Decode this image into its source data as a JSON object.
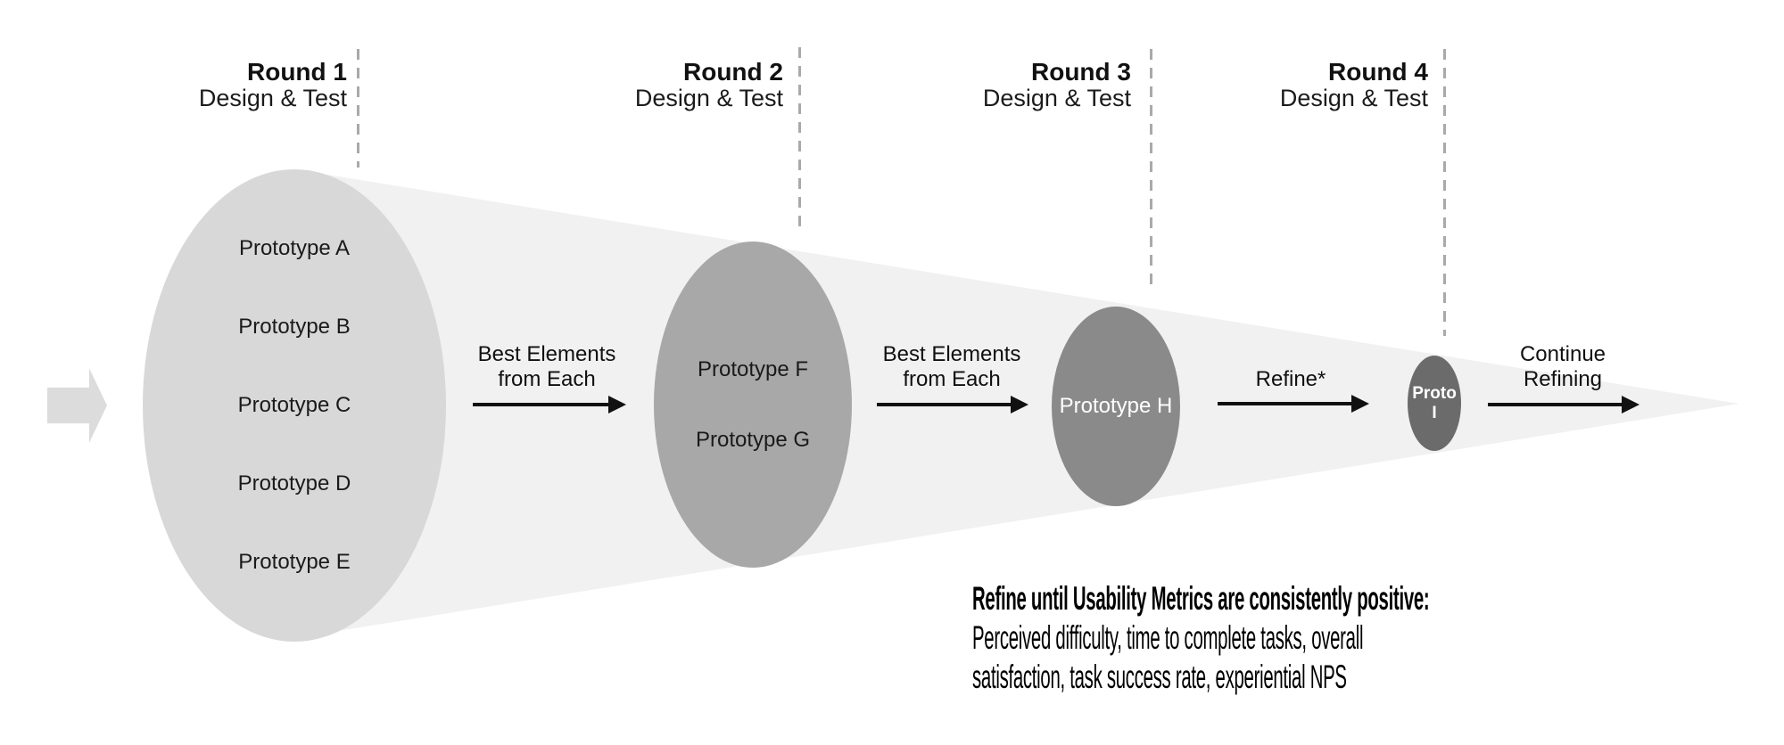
{
  "rounds": [
    {
      "title": "Round 1",
      "subtitle": "Design & Test"
    },
    {
      "title": "Round 2",
      "subtitle": "Design & Test"
    },
    {
      "title": "Round 3",
      "subtitle": "Design & Test"
    },
    {
      "title": "Round 4",
      "subtitle": "Design & Test"
    }
  ],
  "funnel_stages": [
    {
      "labels": [
        "Prototype A",
        "Prototype B",
        "Prototype C",
        "Prototype D",
        "Prototype E"
      ]
    },
    {
      "labels": [
        "Prototype F",
        "Prototype G"
      ]
    },
    {
      "labels": [
        "Prototype H"
      ]
    },
    {
      "labels": [
        "Proto",
        "I"
      ]
    }
  ],
  "transitions": [
    {
      "lines": [
        "Best Elements",
        "from Each"
      ]
    },
    {
      "lines": [
        "Best Elements",
        "from Each"
      ]
    },
    {
      "lines": [
        "Refine*"
      ]
    },
    {
      "lines": [
        "Continue",
        "Refining"
      ]
    }
  ],
  "note": {
    "heading": "Refine until Usability Metrics are consistently positive:",
    "body_line1": "Perceived difficulty, time to complete tasks, overall",
    "body_line2": "satisfaction, task success rate, experiential NPS"
  },
  "colors": {
    "funnel": "#f1f1f1",
    "stage1": "#d8d8d8",
    "stage2": "#a8a8a8",
    "stage3": "#8a8a8a",
    "stage4": "#6b6b6b",
    "entry_arrow": "#dcdcdc",
    "divider_dash": "#a9a9a9",
    "arrow": "#111111",
    "text": "#141414",
    "stage_text_light": "#ffffff"
  }
}
